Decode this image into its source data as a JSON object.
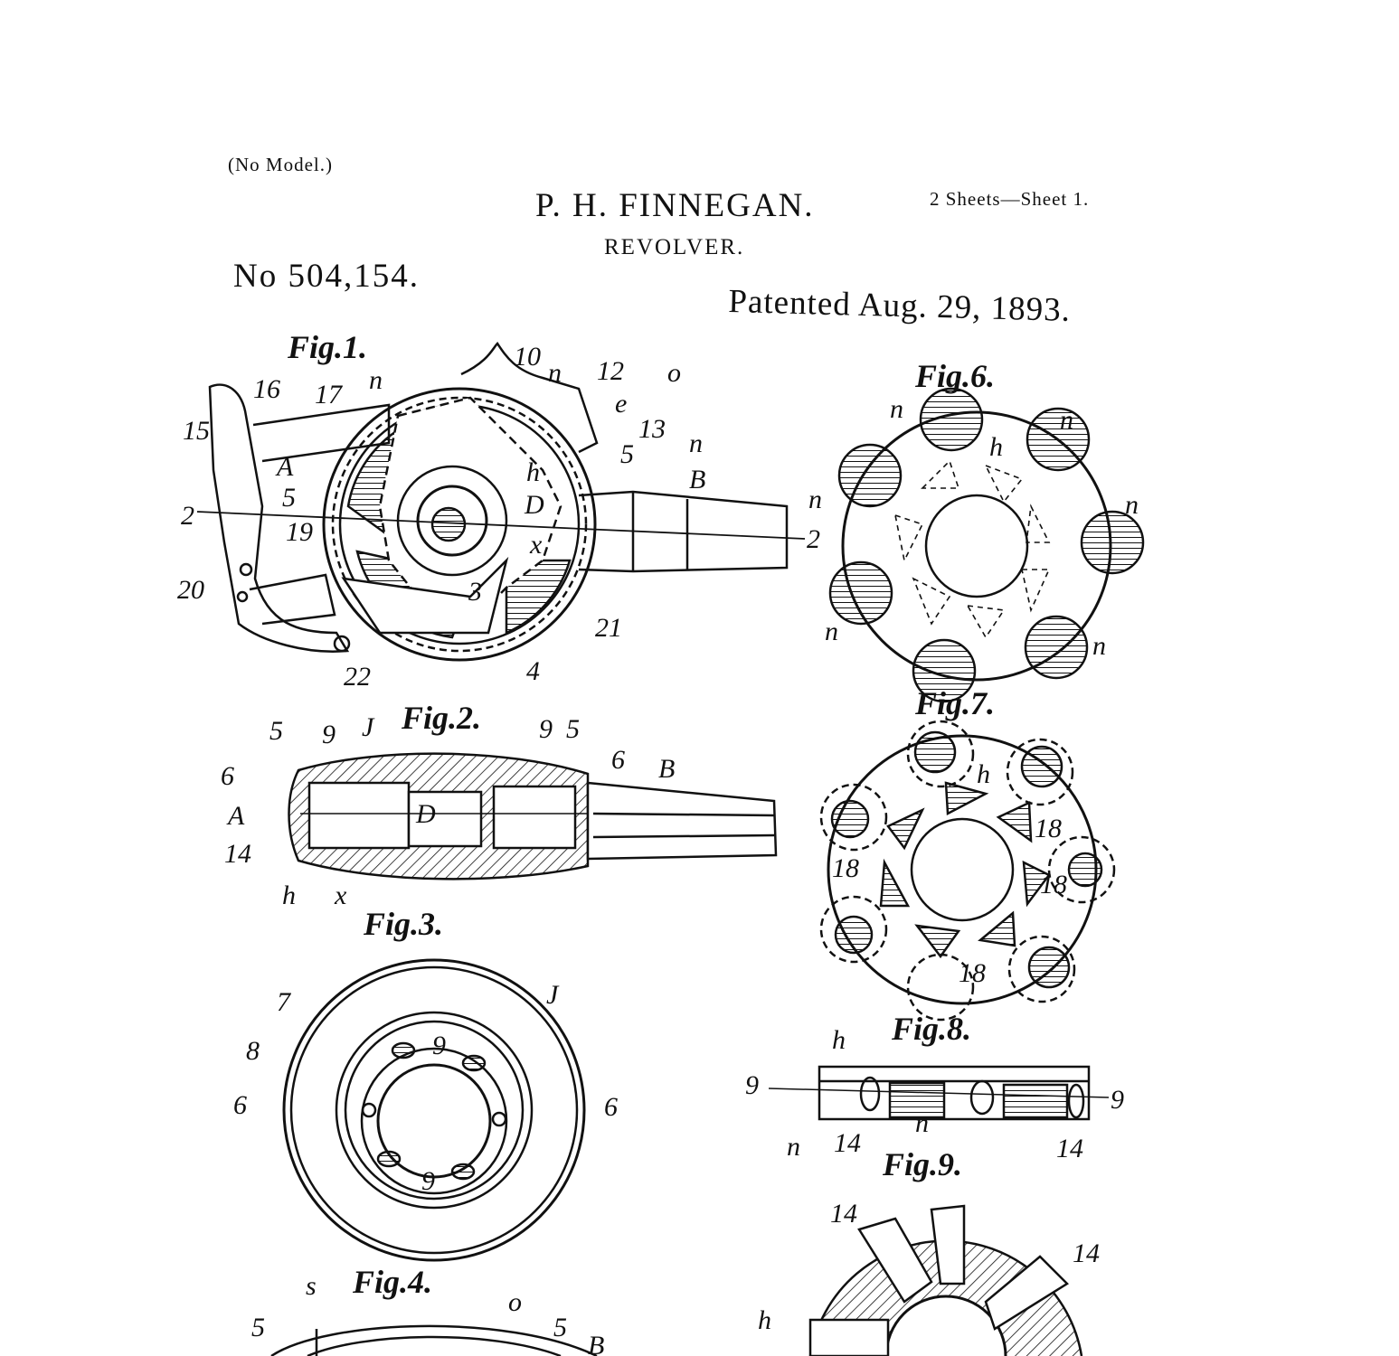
{
  "header": {
    "no_model": "(No Model.)",
    "inventor": "P. H. FINNEGAN.",
    "sheets": "2 Sheets—Sheet 1.",
    "title": "REVOLVER.",
    "patent_number": "No 504,154.",
    "patent_date": "Patented Aug. 29, 1893."
  },
  "figures": {
    "fig1": {
      "caption": "Fig.1.",
      "labels": [
        "16",
        "17",
        "n",
        "10",
        "n",
        "12",
        "o",
        "15",
        "e",
        "13",
        "A",
        "5",
        "h",
        "5",
        "n",
        "B",
        "2",
        "D",
        "2",
        "x",
        "19",
        "3",
        "20",
        "21",
        "22",
        "4"
      ]
    },
    "fig2": {
      "caption": "Fig.2.",
      "labels": [
        "5",
        "9",
        "J",
        "9",
        "5",
        "6",
        "6",
        "B",
        "A",
        "D",
        "14",
        "h",
        "x"
      ]
    },
    "fig3": {
      "caption": "Fig.3.",
      "labels": [
        "7",
        "J",
        "8",
        "9",
        "6",
        "6",
        "9"
      ]
    },
    "fig4": {
      "caption": "Fig.4.",
      "labels": [
        "s",
        "o",
        "5",
        "5",
        "B"
      ]
    },
    "fig6": {
      "caption": "Fig.6.",
      "labels": [
        "n",
        "n",
        "h",
        "n",
        "n",
        "n",
        "n"
      ]
    },
    "fig7": {
      "caption": "Fig.7.",
      "labels": [
        "h",
        "18",
        "18",
        "18",
        "18"
      ]
    },
    "fig8": {
      "caption": "Fig.8.",
      "labels": [
        "h",
        "9",
        "9",
        "n",
        "14",
        "n",
        "14"
      ]
    },
    "fig9": {
      "caption": "Fig.9.",
      "labels": [
        "14",
        "14",
        "h"
      ]
    }
  },
  "ink_color": "#111111"
}
